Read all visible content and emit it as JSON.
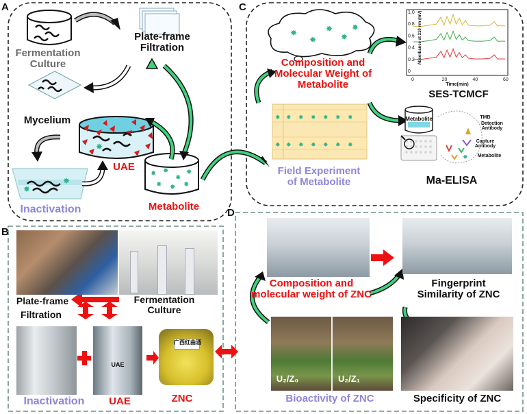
{
  "panels": {
    "a": "A",
    "b": "B",
    "c": "C",
    "d": "D"
  },
  "panel_a": {
    "fermentation": "Fermentation\nCulture",
    "plate_frame": "Plate-frame\nFiltration",
    "mycelium": "Mycelium",
    "uae": "UAE",
    "inactivation": "Inactivation",
    "metabolite": "Metabolite"
  },
  "panel_c": {
    "composition": "Composition and\nMolecular Weight of\nMetabolite",
    "field": "Field Experiment\nof Metabolite",
    "ses": "SES-TCMCF",
    "maelisa": "Ma-ELISA",
    "chart_ylabel": "Absorbance at 210 nm (mV)",
    "chart_xlabel": "Time(min)",
    "chart_yticks": [
      "1.0",
      "0.8",
      "0.6",
      "0.4",
      "0.2",
      "0"
    ],
    "chart_xticks": [
      "0",
      "20",
      "40",
      "60"
    ],
    "plate_label": "Metabolite",
    "tmb": "TMB",
    "detection": "Detection\nAntibody",
    "capture": "Capture\nAntibody",
    "met2": "Metabolite"
  },
  "panel_b": {
    "plate_frame": "Plate-frame\nFiltration",
    "fermentation": "Fermentation\nCulture",
    "inactivation": "Inactivation",
    "uae": "UAE",
    "uae_small": "UAE",
    "znc": "ZNC",
    "jar_label": "广西红曲酒"
  },
  "panel_d": {
    "composition": "Composition and\nmolecular weight of ZNC",
    "fingerprint": "Fingerprint\nSimilarity of ZNC",
    "bioactivity": "Bioactivity of ZNC",
    "specificity": "Specificity of ZNC",
    "u2z0": "U₂/Z₀",
    "u2z1": "U₂/Z₁"
  },
  "colors": {
    "red": "#ee1111",
    "blue": "#8d86dc",
    "green_arrow": "#3fd27e",
    "gray": "#6d6d6d"
  },
  "chart_data": {
    "type": "line",
    "title": "",
    "xlabel": "Time(min)",
    "ylabel": "Absorbance at 210 nm (mV)",
    "xlim": [
      0,
      60
    ],
    "ylim": [
      0,
      1.0
    ],
    "xticks": [
      0,
      20,
      40,
      60
    ],
    "yticks": [
      0,
      0.2,
      0.4,
      0.6,
      0.8,
      1.0
    ],
    "series": [
      {
        "color": "#d8b43a",
        "x": [
          0,
          5,
          10,
          15,
          18,
          20,
          22,
          24,
          26,
          28,
          30,
          32,
          34,
          36,
          40,
          45,
          50,
          53,
          55,
          60
        ],
        "y": [
          0.76,
          0.76,
          0.78,
          0.8,
          0.92,
          0.78,
          0.93,
          0.8,
          0.96,
          0.8,
          0.9,
          0.79,
          0.86,
          0.78,
          0.77,
          0.77,
          0.78,
          0.84,
          0.77,
          0.77
        ]
      },
      {
        "color": "#3fae49",
        "x": [
          0,
          5,
          10,
          15,
          18,
          20,
          22,
          24,
          26,
          28,
          30,
          32,
          34,
          36,
          40,
          45,
          50,
          53,
          55,
          60
        ],
        "y": [
          0.5,
          0.5,
          0.52,
          0.54,
          0.64,
          0.53,
          0.66,
          0.54,
          0.68,
          0.54,
          0.62,
          0.53,
          0.58,
          0.52,
          0.51,
          0.51,
          0.52,
          0.58,
          0.51,
          0.51
        ]
      },
      {
        "color": "#e23b3b",
        "x": [
          0,
          5,
          10,
          15,
          18,
          20,
          22,
          24,
          26,
          28,
          30,
          32,
          34,
          36,
          40,
          45,
          50,
          53,
          55,
          60
        ],
        "y": [
          0.2,
          0.2,
          0.22,
          0.24,
          0.34,
          0.23,
          0.36,
          0.24,
          0.38,
          0.24,
          0.32,
          0.23,
          0.28,
          0.22,
          0.21,
          0.21,
          0.22,
          0.28,
          0.21,
          0.21
        ]
      }
    ]
  }
}
